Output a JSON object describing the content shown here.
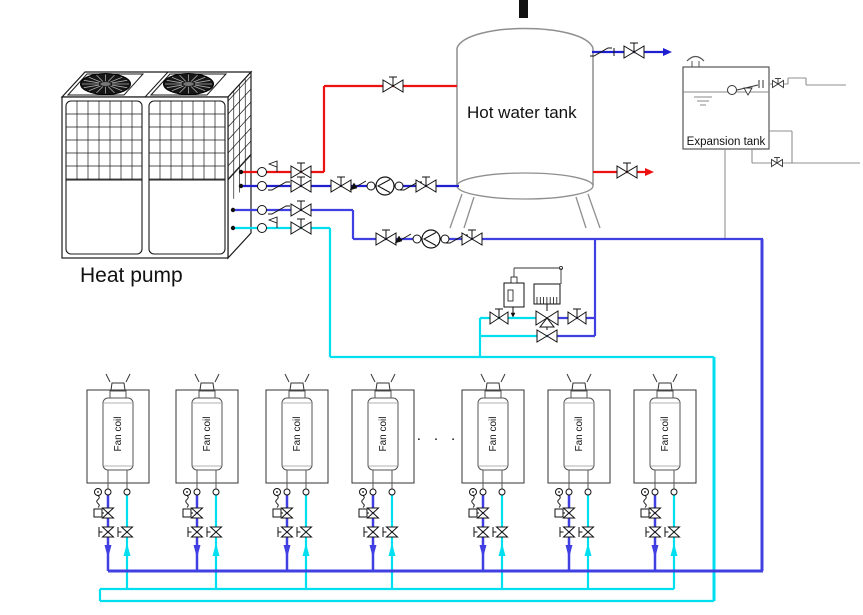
{
  "labels": {
    "heat_pump": "Heat pump",
    "hot_water_tank": "Hot water tank",
    "expansion_tank": "Expansion tank",
    "ellipsis": "· · ·"
  },
  "fan_coils": {
    "count": 7,
    "units": [
      {
        "label": "Fan coil"
      },
      {
        "label": "Fan coil"
      },
      {
        "label": "Fan coil"
      },
      {
        "label": "Fan coil"
      },
      {
        "label": "Fan coil"
      },
      {
        "label": "Fan coil"
      },
      {
        "label": "Fan coil"
      }
    ]
  },
  "colors": {
    "hot_supply": "#ee1111",
    "tank_return": "#1f1fd0",
    "coil_return": "#4040e2",
    "chilled_supply": "#00dff0",
    "equipment_outline": "#1a1a1a",
    "tank_outline": "#8f8f8f"
  }
}
